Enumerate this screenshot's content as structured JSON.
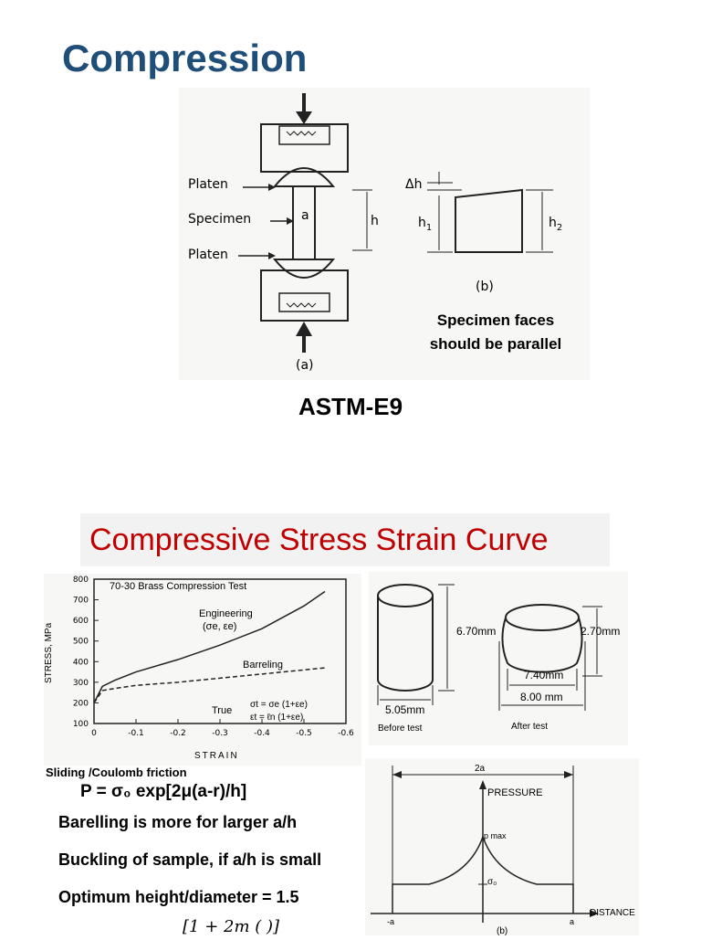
{
  "slide": {
    "title_top": "Compression",
    "astm": "ASTM-E9",
    "note_line1": "Specimen faces",
    "note_line2": "should be parallel",
    "title_bottom": "Compressive Stress Strain Curve",
    "friction_label": "Sliding /Coulomb friction",
    "equation": "P = σ₀ exp[2μ(a-r)/h]",
    "bullets": [
      "Barelling is more for larger a/h",
      "Buckling of sample, if a/h is small",
      "Optimum height/diameter = 1.5"
    ],
    "cutoff_formula": "[1 +  2m  (     )]"
  },
  "fig_a": {
    "platen_top": "Platen",
    "specimen": "Specimen",
    "platen_bottom": "Platen",
    "dim_a": "a",
    "dim_h": "h",
    "caption": "(a)"
  },
  "fig_b": {
    "dh": "Δh",
    "h1": "h",
    "h1_sub": "1",
    "h2": "h",
    "h2_sub": "2",
    "caption": "(b)"
  },
  "specimens": {
    "height_before": "6.70mm",
    "dia_before": "5.05mm",
    "label_before": "Before test",
    "height_after": "2.70mm",
    "dia_mid": "7.40mm",
    "dia_after": "8.00 mm",
    "label_after": "After test"
  },
  "pressure": {
    "span": "2a",
    "ylabel": "PRESSURE",
    "pmax": "p max",
    "sigma0": "σ₀",
    "left": "-a",
    "right": "a",
    "xlabel": "DISTANCE",
    "caption": "(b)"
  },
  "chart_data": {
    "type": "line",
    "title": "70-30 Brass Compression Test",
    "xlabel": "STRAIN",
    "ylabel": "STRESS, MPa",
    "xlim": [
      0,
      -0.6
    ],
    "ylim": [
      100,
      800
    ],
    "x_ticks": [
      "0",
      "-0.1",
      "-0.2",
      "-0.3",
      "-0.4",
      "-0.5",
      "-0.6"
    ],
    "y_ticks": [
      "100",
      "200",
      "300",
      "400",
      "500",
      "600",
      "700",
      "800"
    ],
    "series": [
      {
        "name": "Engineering",
        "label2": "(σe, εe)",
        "style": "solid",
        "x": [
          0,
          -0.02,
          -0.05,
          -0.1,
          -0.2,
          -0.3,
          -0.4,
          -0.5,
          -0.55
        ],
        "y": [
          200,
          280,
          310,
          350,
          410,
          480,
          560,
          670,
          740
        ]
      },
      {
        "name": "True",
        "style": "dashed",
        "x": [
          0,
          -0.02,
          -0.05,
          -0.1,
          -0.2,
          -0.3,
          -0.4,
          -0.5,
          -0.55
        ],
        "y": [
          200,
          260,
          270,
          285,
          300,
          320,
          340,
          360,
          370
        ]
      }
    ],
    "annotations": [
      "Barreling",
      "σt = σe (1+εe)",
      "εt = ℓn (1+εe)"
    ]
  }
}
